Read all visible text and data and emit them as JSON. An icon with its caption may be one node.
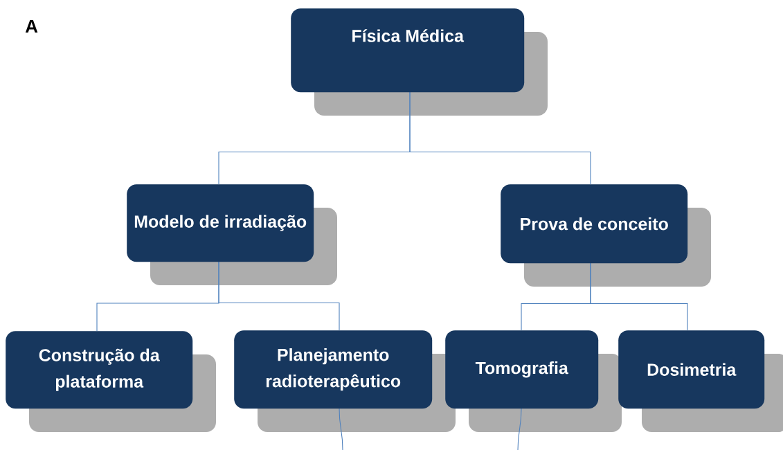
{
  "diagram": {
    "nodes": [
      {
        "text": [
          "Física Médica"
        ]
      },
      {
        "text": [
          "Modelo de irradiação"
        ]
      },
      {
        "text": [
          "Prova de conceito"
        ]
      },
      {
        "text": [
          "Construção da plataforma"
        ]
      },
      {
        "text": [
          "Planejamento radioterapêutico"
        ]
      },
      {
        "text": [
          "Tomografia"
        ]
      },
      {
        "text": [
          "Dosimetria"
        ]
      }
    ],
    "edges": [
      {
        "from": 0,
        "to": 1,
        "arrow": "none"
      },
      {
        "from": 0,
        "to": 2,
        "arrow": "none"
      },
      {
        "from": 1,
        "to": 3,
        "arrow": "none"
      },
      {
        "from": 1,
        "to": 4,
        "arrow": "none"
      },
      {
        "from": 2,
        "to": 5,
        "arrow": "none"
      },
      {
        "from": 2,
        "to": 6,
        "arrow": "none"
      },
      {
        "from": 4,
        "to": null,
        "arrow": "none"
      },
      {
        "from": 5,
        "to": null,
        "arrow": "none"
      }
    ],
    "labels": [
      "A"
    ]
  }
}
